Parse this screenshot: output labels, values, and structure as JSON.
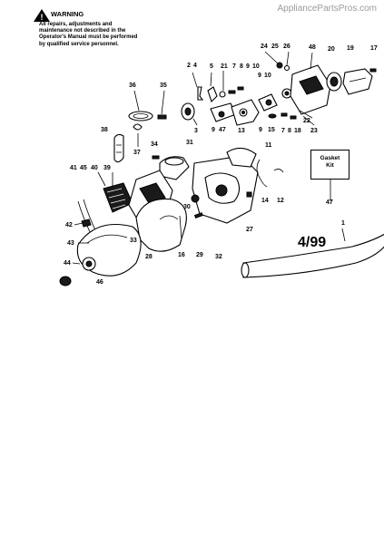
{
  "watermark": "AppliancePartsPros.com",
  "warning": {
    "title": "WARNING",
    "text": "All repairs, adjustments and maintenance not described in the Operator's Manual must be performed by qualified service personnel."
  },
  "gasket_kit": {
    "line1": "Gasket",
    "line2": "Kit"
  },
  "revision_date": "4/99",
  "part_labels": [
    {
      "id": "l1",
      "text": "1"
    },
    {
      "id": "l2",
      "text": "2"
    },
    {
      "id": "l3",
      "text": "3"
    },
    {
      "id": "l4",
      "text": "4"
    },
    {
      "id": "l5",
      "text": "5"
    },
    {
      "id": "l7a",
      "text": "7"
    },
    {
      "id": "l7b",
      "text": "7"
    },
    {
      "id": "l8a",
      "text": "8"
    },
    {
      "id": "l8b",
      "text": "8"
    },
    {
      "id": "l9a",
      "text": "9"
    },
    {
      "id": "l9b",
      "text": "9"
    },
    {
      "id": "l9c",
      "text": "9"
    },
    {
      "id": "l9d",
      "text": "9"
    },
    {
      "id": "l10a",
      "text": "10"
    },
    {
      "id": "l10b",
      "text": "10"
    },
    {
      "id": "l11",
      "text": "11"
    },
    {
      "id": "l12",
      "text": "12"
    },
    {
      "id": "l13",
      "text": "13"
    },
    {
      "id": "l14",
      "text": "14"
    },
    {
      "id": "l15",
      "text": "15"
    },
    {
      "id": "l16",
      "text": "16"
    },
    {
      "id": "l17",
      "text": "17"
    },
    {
      "id": "l18",
      "text": "18"
    },
    {
      "id": "l19",
      "text": "19"
    },
    {
      "id": "l20",
      "text": "20"
    },
    {
      "id": "l21",
      "text": "21"
    },
    {
      "id": "l22",
      "text": "22"
    },
    {
      "id": "l23",
      "text": "23"
    },
    {
      "id": "l24",
      "text": "24"
    },
    {
      "id": "l25",
      "text": "25"
    },
    {
      "id": "l26",
      "text": "26"
    },
    {
      "id": "l27",
      "text": "27"
    },
    {
      "id": "l28",
      "text": "28"
    },
    {
      "id": "l29",
      "text": "29"
    },
    {
      "id": "l30",
      "text": "30"
    },
    {
      "id": "l31",
      "text": "31"
    },
    {
      "id": "l32",
      "text": "32"
    },
    {
      "id": "l33",
      "text": "33"
    },
    {
      "id": "l34",
      "text": "34"
    },
    {
      "id": "l35",
      "text": "35"
    },
    {
      "id": "l36",
      "text": "36"
    },
    {
      "id": "l37",
      "text": "37"
    },
    {
      "id": "l38",
      "text": "38"
    },
    {
      "id": "l39",
      "text": "39"
    },
    {
      "id": "l40",
      "text": "40"
    },
    {
      "id": "l41",
      "text": "41"
    },
    {
      "id": "l42",
      "text": "42"
    },
    {
      "id": "l43",
      "text": "43"
    },
    {
      "id": "l44",
      "text": "44"
    },
    {
      "id": "l45",
      "text": "45"
    },
    {
      "id": "l46",
      "text": "46"
    },
    {
      "id": "l47a",
      "text": "47"
    },
    {
      "id": "l47b",
      "text": "47"
    },
    {
      "id": "l48",
      "text": "48"
    }
  ]
}
